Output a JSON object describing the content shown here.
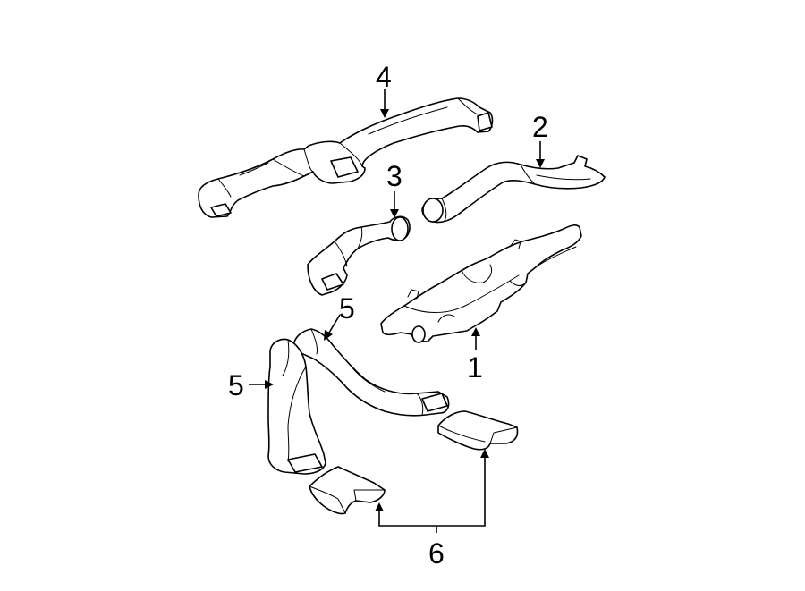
{
  "callouts": {
    "c1": "1",
    "c2": "2",
    "c3": "3",
    "c4": "4",
    "c5a": "5",
    "c5b": "5",
    "c6": "6"
  },
  "colors": {
    "line": "#000000",
    "background": "#ffffff"
  }
}
